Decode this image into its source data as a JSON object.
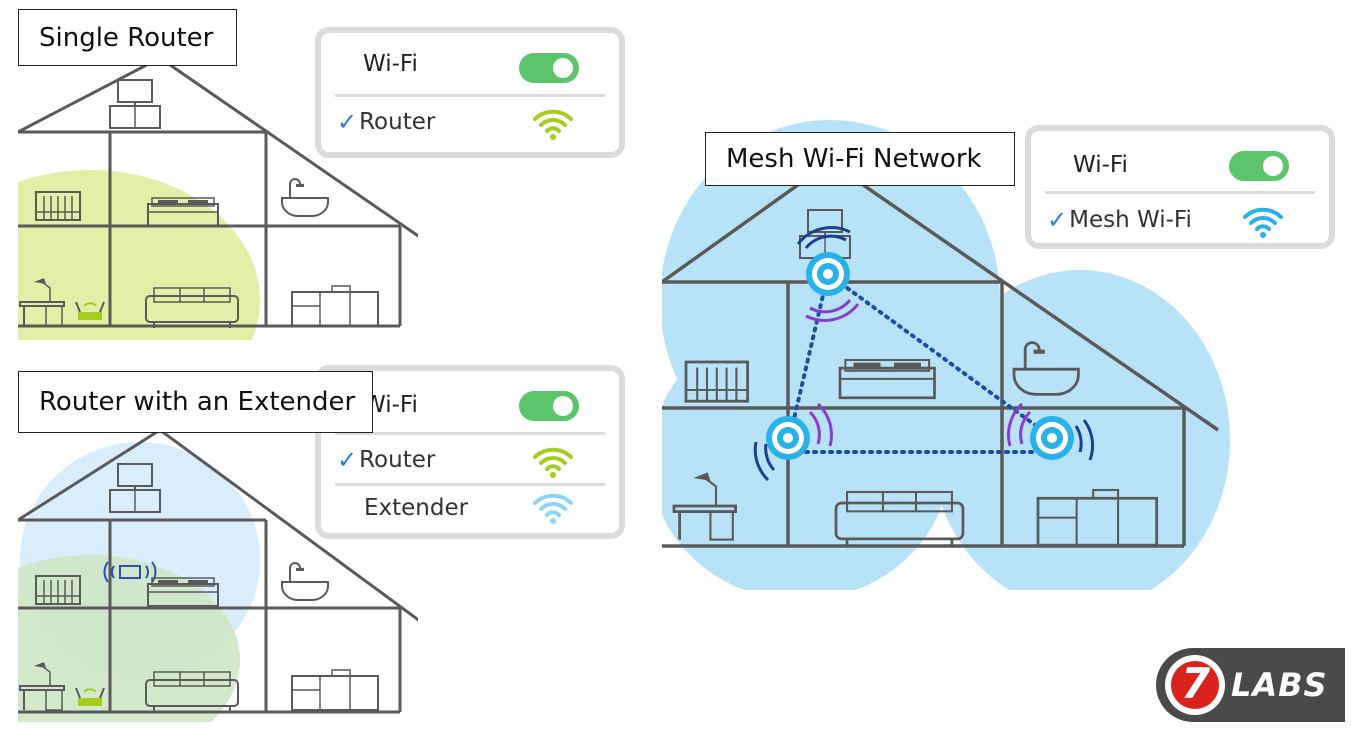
{
  "scenarios": {
    "single": {
      "title": "Single Router"
    },
    "extender": {
      "title": "Router with an Extender"
    },
    "mesh": {
      "title": "Mesh Wi-Fi Network"
    }
  },
  "panels": {
    "single": {
      "header": "Wi-Fi",
      "items": [
        "Router"
      ]
    },
    "extender": {
      "header": "Wi-Fi",
      "items": [
        "Router",
        "Extender"
      ]
    },
    "mesh": {
      "header": "Wi-Fi",
      "items": [
        "Mesh Wi-Fi"
      ]
    }
  },
  "logo": {
    "number": "7",
    "text": "LABS"
  },
  "colors": {
    "router_signal": "#a6cc1f",
    "extender_signal": "#8fd3f5",
    "mesh_signal": "#29b1ea",
    "toggle_on": "#5cc46a",
    "coverage_router": "#e4eea6",
    "coverage_extender": "#d9eefa",
    "coverage_mesh": "#b7e2f7",
    "house_line": "#5a5a5a",
    "mesh_link": "#1f4fa3",
    "check": "#2d7bd6"
  },
  "icons": [
    "check-icon",
    "wifi-icon",
    "toggle-switch",
    "router-icon",
    "extender-icon",
    "mesh-node-icon",
    "house-outline",
    "crib-icon",
    "bed-icon",
    "bathtub-icon",
    "tv-icon",
    "desk-lamp-icon",
    "sofa-icon",
    "kitchen-icon"
  ]
}
